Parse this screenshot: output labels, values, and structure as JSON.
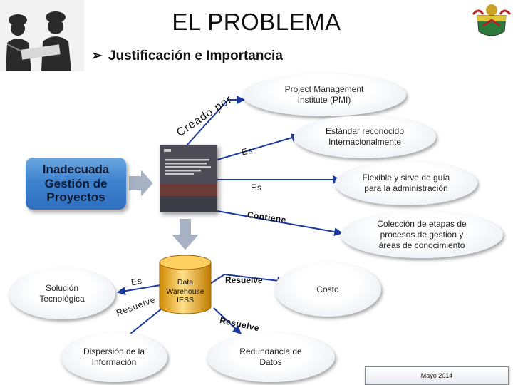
{
  "title": "EL PROBLEMA",
  "subtitle": {
    "bullet": "➢",
    "text": "Justificación e Importancia"
  },
  "main_box": "Inadecuada Gestión de Proyectos",
  "nodes": {
    "pmi": "Project Management Institute (PMI)",
    "estandar": "Estándar reconocido Internacionalmente",
    "flexible": "Flexible y sirve de guía para la administración",
    "coleccion": "Colección de etapas de procesos de gestión y áreas de conocimiento",
    "solucion": "Solución Tecnológica",
    "costo": "Costo",
    "dispersion": "Dispersión de la Información",
    "redundancia": "Redundancia de Datos"
  },
  "database": "Data Warehouse IESS",
  "edge_labels": {
    "creado_por": "Creado por",
    "es_1": "Es",
    "es_2": "Es",
    "contiene": "Contiene",
    "es_3": "Es",
    "resuelve_1": "Resuelve",
    "resuelve_2": "Resuelve",
    "resuelve_3": "Resuelve"
  },
  "footer_date": "Mayo 2014",
  "colors": {
    "arrow": "#1b3aa0",
    "box_blue": "#3f83cf",
    "block_arrow": "#a6b2c4"
  }
}
